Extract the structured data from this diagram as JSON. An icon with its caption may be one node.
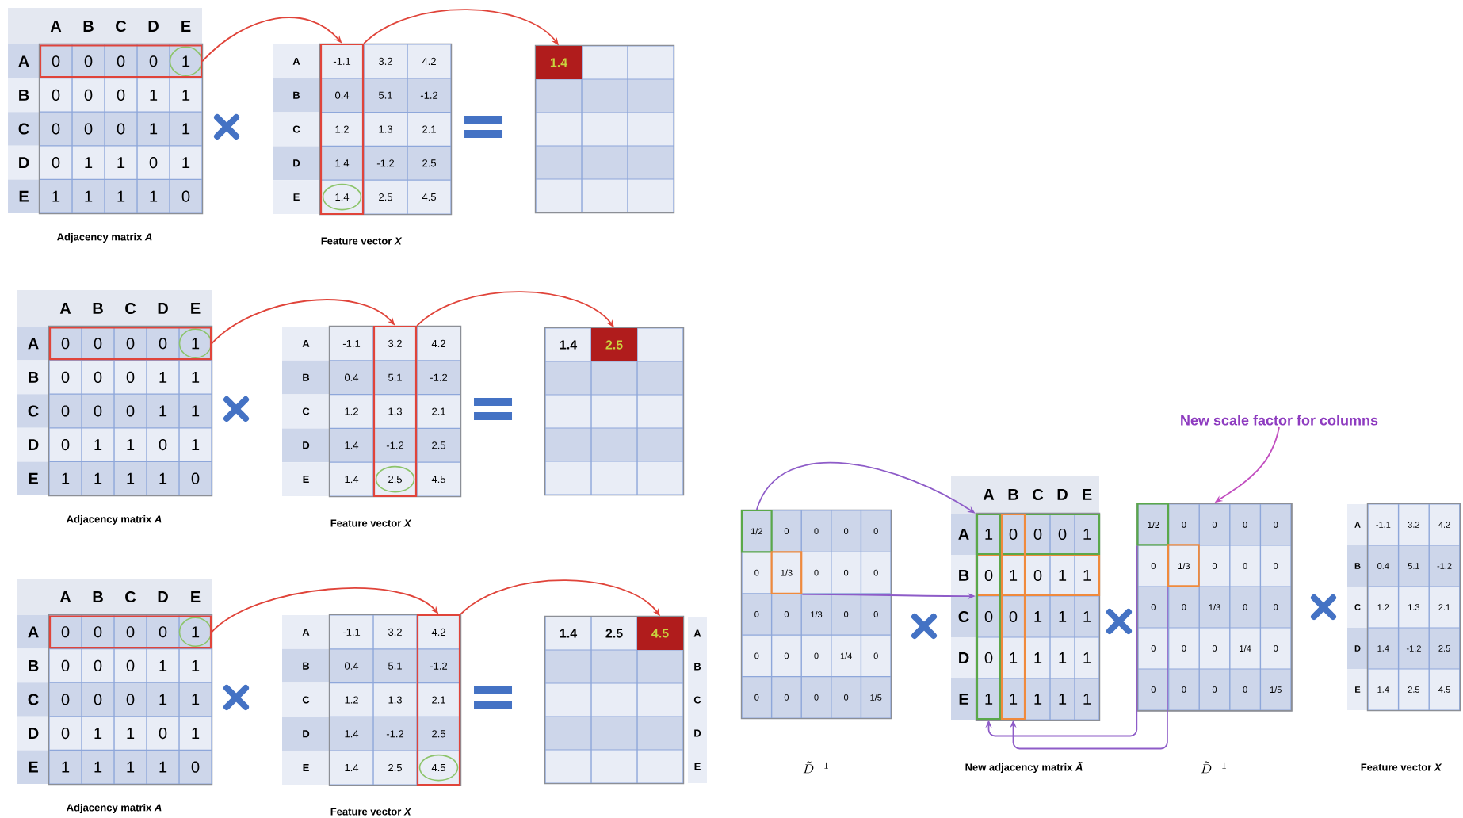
{
  "diagram": {
    "nodes": [
      {
        "text": [],
        "shape": "box"
      },
      {
        "text": [],
        "shape": "box"
      },
      {
        "text": [
          "1.4"
        ]
      },
      {
        "text": [],
        "shape": "box"
      },
      {
        "text": [],
        "shape": "box"
      },
      {
        "text": [
          "2.5"
        ]
      },
      {
        "text": [],
        "shape": "box"
      },
      {
        "text": [],
        "shape": "box"
      },
      {
        "text": [
          "4.5"
        ]
      },
      {
        "text": [],
        "shape": "box"
      },
      {
        "text": [],
        "shape": "box"
      },
      {
        "text": [],
        "shape": "box"
      },
      {
        "text": [],
        "shape": "box"
      },
      {
        "text": [],
        "shape": "box"
      },
      {
        "text": [],
        "shape": "box"
      },
      {
        "text": [],
        "shape": "box"
      },
      {
        "text": [],
        "shape": "box",
        "in": 15
      },
      {
        "text": [],
        "shape": "box",
        "in": 15
      },
      {
        "text": [
          "New scale factor for columns"
        ]
      }
    ],
    "edges": [
      {
        "from": 0,
        "to": 1,
        "arrow": "to"
      },
      {
        "from": 1,
        "to": 2,
        "arrow": "to"
      },
      {
        "from": 3,
        "to": 4,
        "arrow": "to"
      },
      {
        "from": 4,
        "to": 5,
        "arrow": "to"
      },
      {
        "from": 6,
        "to": 7,
        "arrow": "to"
      },
      {
        "from": 7,
        "to": 8,
        "arrow": "to"
      },
      {
        "from": 9,
        "to": 11,
        "arrow": "to",
        "color": "#8e5cc8"
      },
      {
        "from": 10,
        "to": 12,
        "arrow": "to",
        "color": "#8e5cc8"
      },
      {
        "from": 16,
        "to": 13,
        "arrow": "to",
        "color": "#8e5cc8"
      },
      {
        "from": 17,
        "to": 14,
        "arrow": "to",
        "color": "#8e5cc8"
      },
      {
        "from": 18,
        "to": 15,
        "arrow": "to",
        "color": "#c24fc0"
      }
    ],
    "labels": [
      "A",
      "B",
      "C",
      "D",
      "E",
      "A",
      "0",
      "0",
      "0",
      "0",
      "1",
      "B",
      "0",
      "0",
      "0",
      "1",
      "1",
      "C",
      "0",
      "0",
      "0",
      "1",
      "1",
      "D",
      "0",
      "1",
      "1",
      "0",
      "1",
      "E",
      "1",
      "1",
      "1",
      "1",
      "0",
      "A",
      "-1.1",
      "3.2",
      "4.2",
      "B",
      "0.4",
      "5.1",
      "-1.2",
      "C",
      "1.2",
      "1.3",
      "2.1",
      "D",
      "1.4",
      "-1.2",
      "2.5",
      "E",
      "1.4",
      "2.5",
      "4.5",
      "Adjacency matrix *A*",
      "Feature vector *X*",
      "A",
      "B",
      "C",
      "D",
      "E",
      "A",
      "0",
      "0",
      "0",
      "0",
      "1",
      "B",
      "0",
      "0",
      "0",
      "1",
      "1",
      "C",
      "0",
      "0",
      "0",
      "1",
      "1",
      "D",
      "0",
      "1",
      "1",
      "0",
      "1",
      "E",
      "1",
      "1",
      "1",
      "1",
      "0",
      "A",
      "-1.1",
      "3.2",
      "4.2",
      "B",
      "0.4",
      "5.1",
      "-1.2",
      "C",
      "1.2",
      "1.3",
      "2.1",
      "D",
      "1.4",
      "-1.2",
      "2.5",
      "E",
      "1.4",
      "2.5",
      "4.5",
      "1.4",
      "Adjacency matrix *A*",
      "Feature vector *X*",
      "A",
      "B",
      "C",
      "D",
      "E",
      "A",
      "0",
      "0",
      "0",
      "0",
      "1",
      "B",
      "0",
      "0",
      "0",
      "1",
      "1",
      "C",
      "0",
      "0",
      "0",
      "1",
      "1",
      "D",
      "0",
      "1",
      "1",
      "0",
      "1",
      "E",
      "1",
      "1",
      "1",
      "1",
      "0",
      "A",
      "-1.1",
      "3.2",
      "4.2",
      "B",
      "0.4",
      "5.1",
      "-1.2",
      "C",
      "1.2",
      "1.3",
      "2.1",
      "D",
      "1.4",
      "-1.2",
      "2.5",
      "E",
      "1.4",
      "2.5",
      "4.5",
      "1.4",
      "2.5",
      "A",
      "B",
      "C",
      "D",
      "E",
      "Adjacency matrix *A*",
      "Feature vector *X*",
      "1/2",
      "0",
      "0",
      "0",
      "0",
      "0",
      "1/3",
      "0",
      "0",
      "0",
      "0",
      "0",
      "1/3",
      "0",
      "0",
      "0",
      "0",
      "0",
      "1/4",
      "0",
      "0",
      "0",
      "0",
      "0",
      "1/5",
      "\\tilde{D}^{-1}",
      "A",
      "B",
      "C",
      "D",
      "E",
      "A",
      "1",
      "0",
      "0",
      "0",
      "1",
      "B",
      "0",
      "1",
      "0",
      "1",
      "1",
      "C",
      "0",
      "0",
      "1",
      "1",
      "1",
      "D",
      "0",
      "1",
      "1",
      "1",
      "1",
      "E",
      "1",
      "1",
      "1",
      "1",
      "1",
      "New adjacency matrix *Ã*",
      "1/2",
      "0",
      "0",
      "0",
      "0",
      "0",
      "1/3",
      "0",
      "0",
      "0",
      "0",
      "0",
      "1/3",
      "0",
      "0",
      "0",
      "0",
      "0",
      "1/4",
      "0",
      "0",
      "0",
      "0",
      "0",
      "1/5",
      "\\tilde{D}^{-1}",
      "A",
      "-1.1",
      "3.2",
      "4.2",
      "B",
      "0.4",
      "5.1",
      "-1.2",
      "C",
      "1.2",
      "1.3",
      "2.1",
      "D",
      "1.4",
      "-1.2",
      "2.5",
      "E",
      "1.4",
      "2.5",
      "4.5",
      "Feature vector *X*"
    ]
  }
}
